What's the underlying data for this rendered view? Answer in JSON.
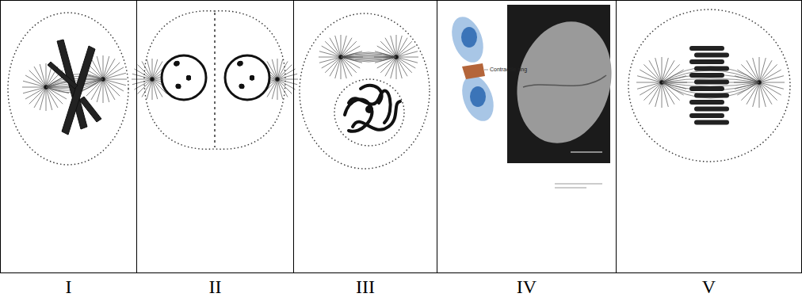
{
  "diagram": {
    "nodes": [
      {
        "text": [
          "I"
        ]
      },
      {
        "text": [
          "II"
        ]
      },
      {
        "text": [
          "III"
        ]
      },
      {
        "text": [
          "IV"
        ]
      },
      {
        "text": [
          "V"
        ]
      }
    ],
    "labels": [
      "Contractile ring"
    ]
  }
}
